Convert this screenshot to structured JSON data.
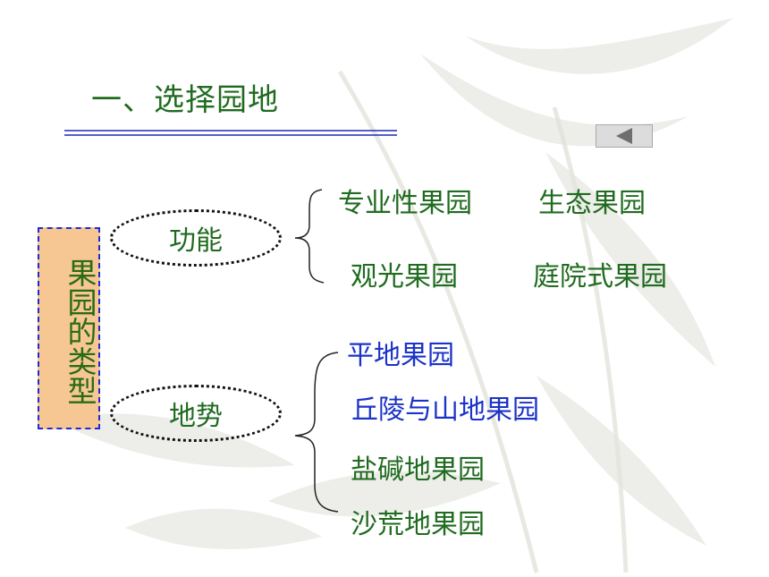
{
  "slide": {
    "title": "一、选择园地",
    "category_label": "果园的类型"
  },
  "colors": {
    "title_green": "#1f6b1f",
    "item_blue": "#1b33c8",
    "box_fill": "#f7c793",
    "box_border": "#1d2bd6"
  },
  "groups": {
    "function": {
      "label": "功能",
      "items": [
        "专业性果园",
        "生态果园",
        "观光果园",
        "庭院式果园"
      ]
    },
    "terrain": {
      "label": "地势",
      "items": [
        "平地果园",
        "丘陵与山地果园",
        "盐碱地果园",
        "沙荒地果园"
      ]
    }
  },
  "nav": {
    "back_icon": "triangle-left-icon"
  }
}
